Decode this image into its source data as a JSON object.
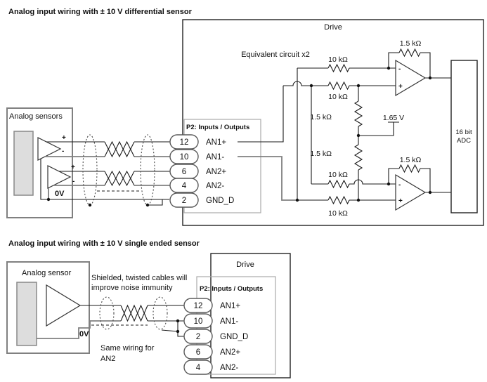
{
  "colors": {
    "background": "#ffffff",
    "wire_black": "#1a1a1a",
    "wire_gray": "#808080",
    "box_border_gray": "#808080",
    "p2_box_gray": "#ababab",
    "sensor_fill": "#dddddd"
  },
  "top": {
    "title": "Analog input wiring with ± 10 V differential sensor",
    "drive_label": "Drive",
    "equivalent_label": "Equivalent circuit x2",
    "sensors_label": "Analog sensors",
    "p2_header": "P2: Inputs / Outputs",
    "zero_v": "0V",
    "vref": "1.65 V",
    "r10k": "10 kΩ",
    "r1k5": "1.5 kΩ",
    "adc_line1": "16 bit",
    "adc_line2": "ADC",
    "plus": "+",
    "minus": "-",
    "pins": [
      {
        "num": "12",
        "label": "AN1+"
      },
      {
        "num": "10",
        "label": "AN1-"
      },
      {
        "num": "6",
        "label": "AN2+"
      },
      {
        "num": "4",
        "label": "AN2-"
      },
      {
        "num": "2",
        "label": "GND_D"
      }
    ]
  },
  "bottom": {
    "title": "Analog input wiring with ± 10 V single ended sensor",
    "drive_label": "Drive",
    "sensor_label": "Analog sensor",
    "p2_header": "P2: Inputs / Outputs",
    "zero_v": "0V",
    "note_shield_1": "Shielded, twisted cables will",
    "note_shield_2": "improve noise immunity",
    "note_same_1": "Same wiring for",
    "note_same_2": "AN2",
    "pins": [
      {
        "num": "12",
        "label": "AN1+"
      },
      {
        "num": "10",
        "label": "AN1-"
      },
      {
        "num": "2",
        "label": "GND_D"
      },
      {
        "num": "6",
        "label": "AN2+"
      },
      {
        "num": "4",
        "label": "AN2-"
      }
    ]
  }
}
